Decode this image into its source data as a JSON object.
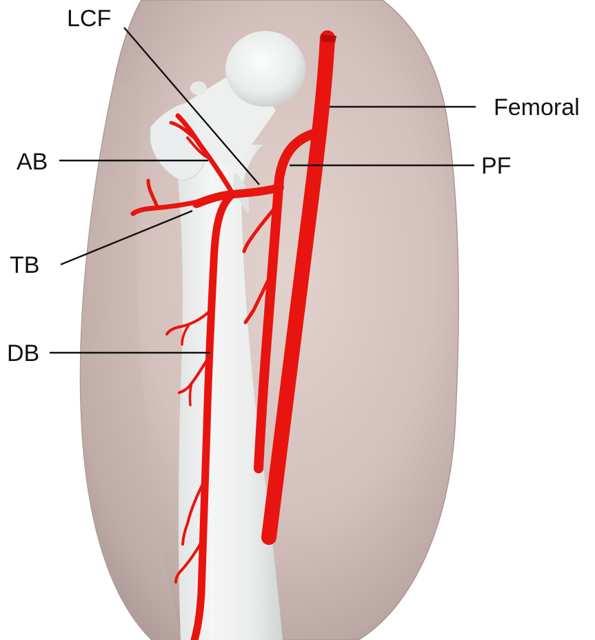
{
  "labels": {
    "lcf": "LCF",
    "ab": "AB",
    "tb": "TB",
    "db": "DB",
    "femoral": "Femoral",
    "pf": "PF"
  },
  "colors": {
    "artery": "#e8140f",
    "artery_dark": "#b70d0a",
    "bone": "#eef0ef",
    "bone_shadow": "#c9cdcc",
    "thigh": "#d5c2be",
    "thigh_edge": "#a99793",
    "background": "#ffffff",
    "text": "#111111"
  }
}
